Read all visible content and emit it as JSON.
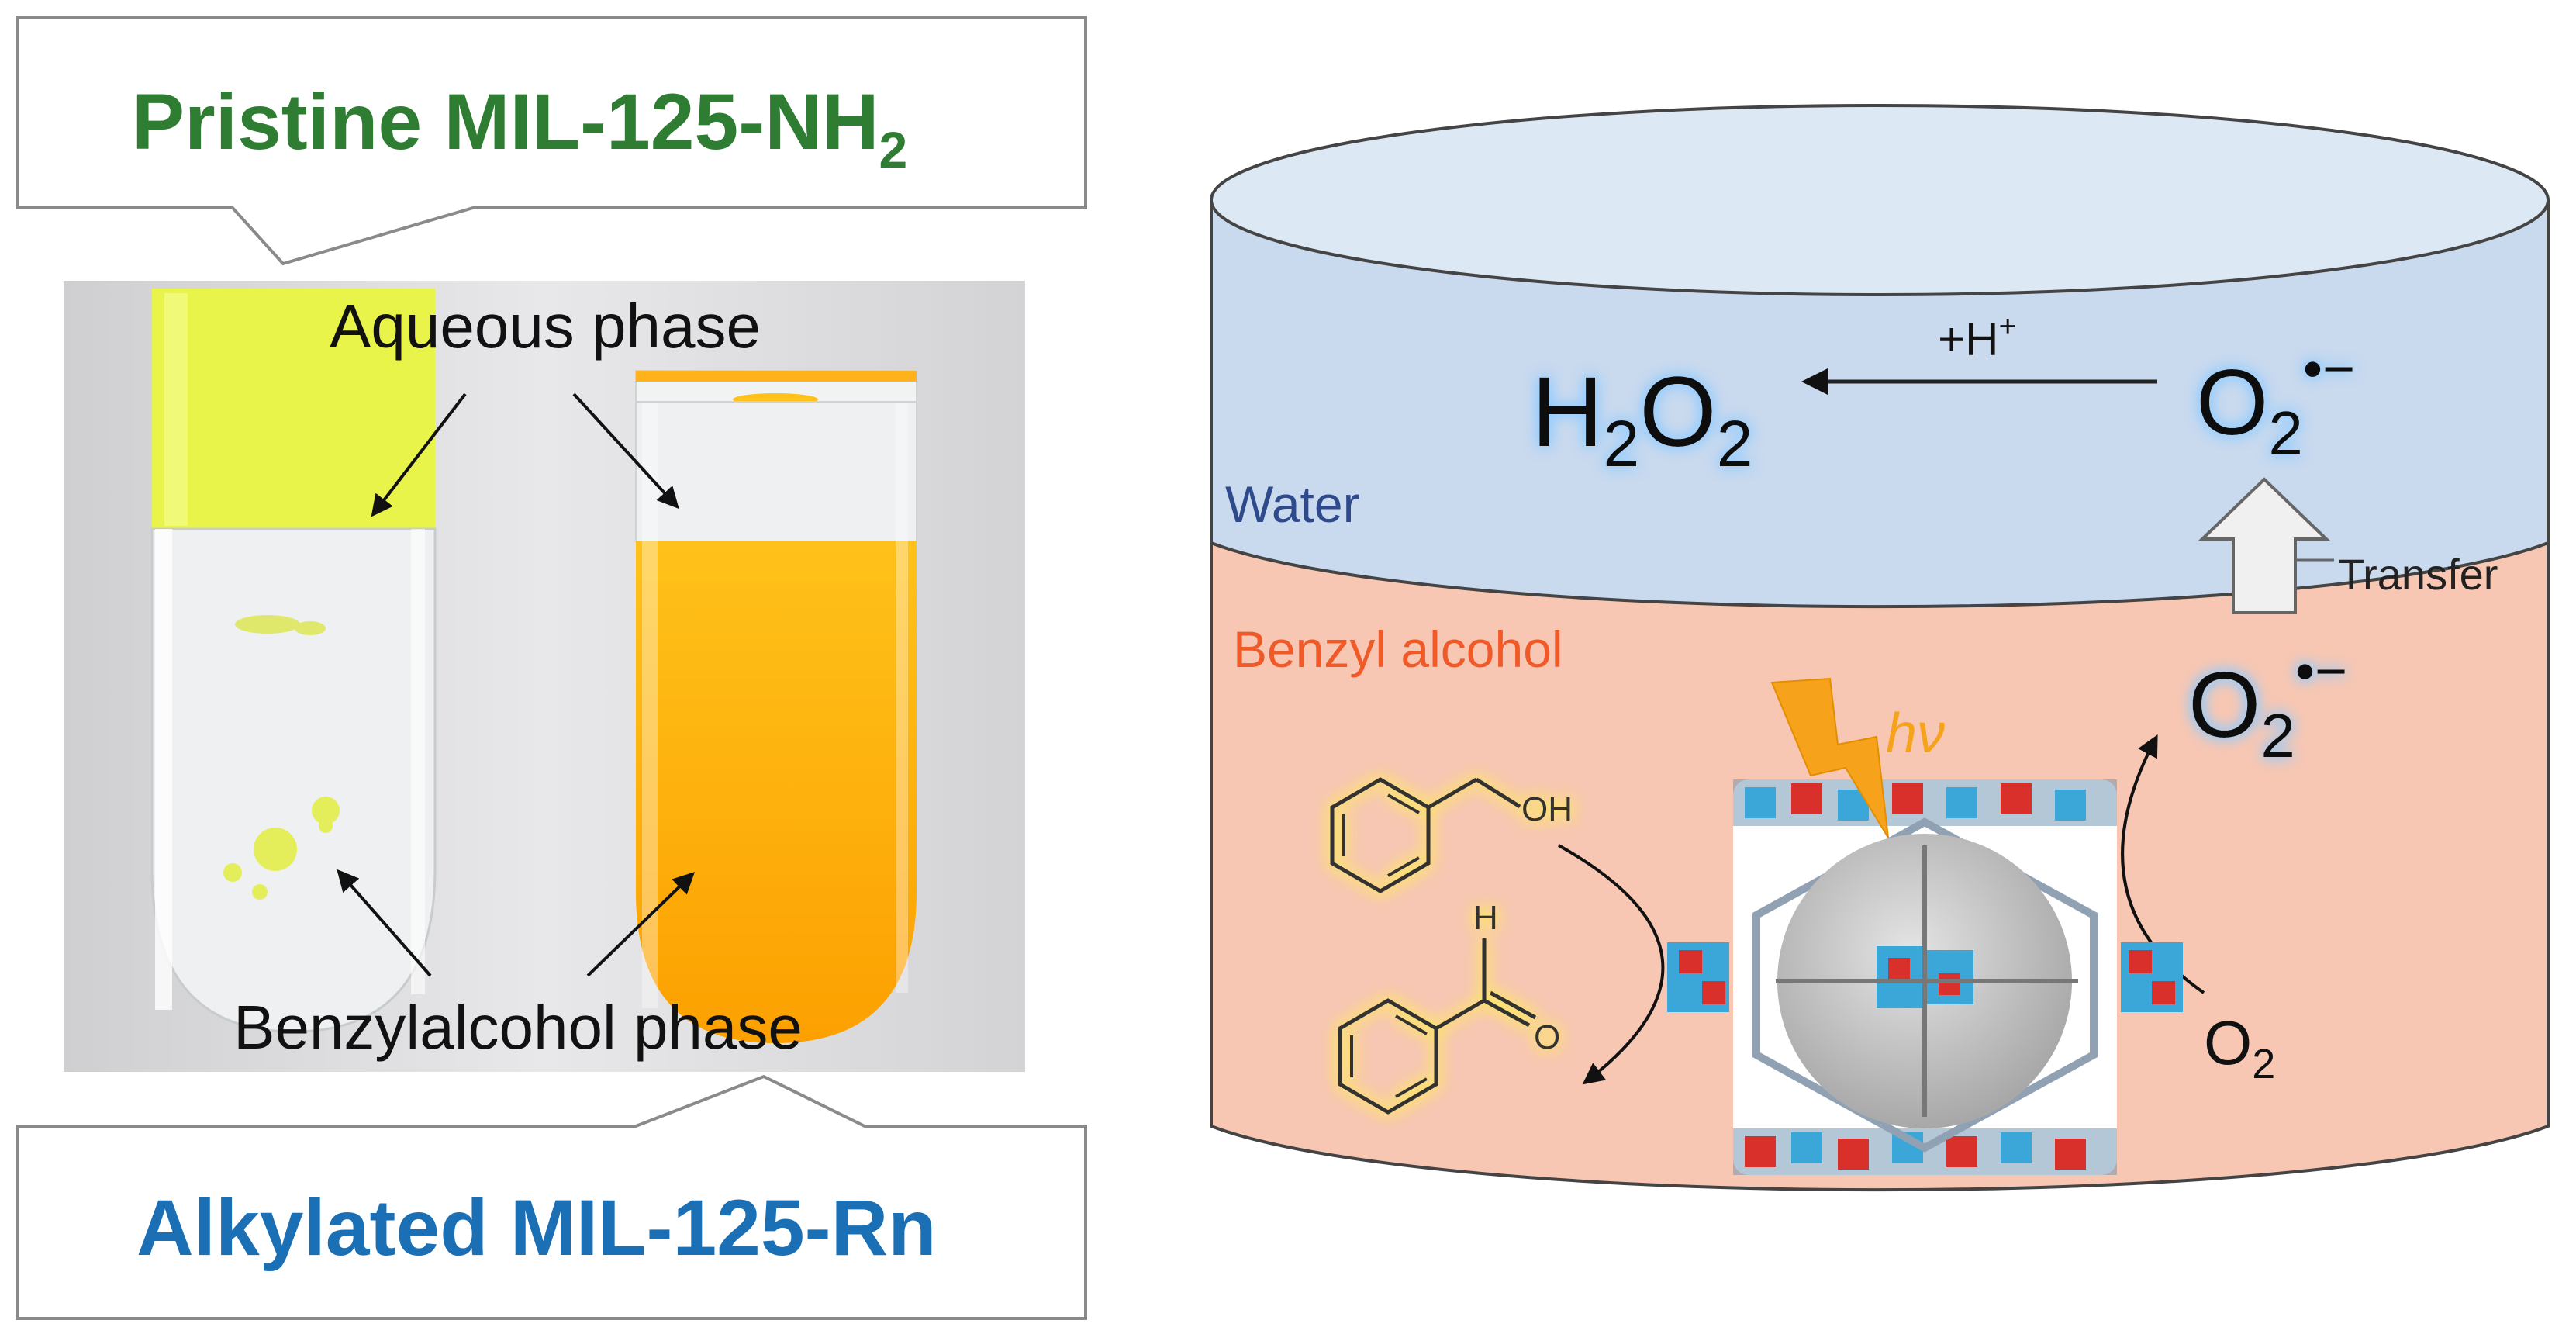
{
  "left_panel": {
    "top_callout": {
      "name": "Pristine MIL-125-NH",
      "subscript": "2"
    },
    "bottom_callout": {
      "name": "Alkylated MIL-125-Rn"
    },
    "photo_labels": {
      "aqueous": "Aqueous phase",
      "benzylalcohol": "Benzylalcohol phase"
    }
  },
  "right_panel": {
    "water_label": "Water",
    "benzyl_label": "Benzyl alcohol",
    "transfer_label": "Transfer",
    "proton_label": "+H",
    "proton_sup": "+",
    "h2o2": {
      "h": "H",
      "s1": "2",
      "o": "O",
      "s2": "2"
    },
    "superoxide": {
      "o": "O",
      "sub": "2",
      "sup": "•−"
    },
    "oxygen": {
      "o": "O",
      "sub": "2"
    },
    "light_label": "hν",
    "oh_label": "OH",
    "h_label": "H",
    "o_label": "O"
  },
  "colors": {
    "pristine_green": "#2e7d32",
    "alkylated_blue": "#1a6fb5",
    "water_blue": "#c9d9ee",
    "benzyl_orange": "#f7c7b3",
    "benzyl_text": "#f05a28",
    "water_text": "#2f4a8a",
    "light_orange": "#f6a21a",
    "glow_yellow": "#fff176",
    "glow_blue": "#8ecbff"
  }
}
